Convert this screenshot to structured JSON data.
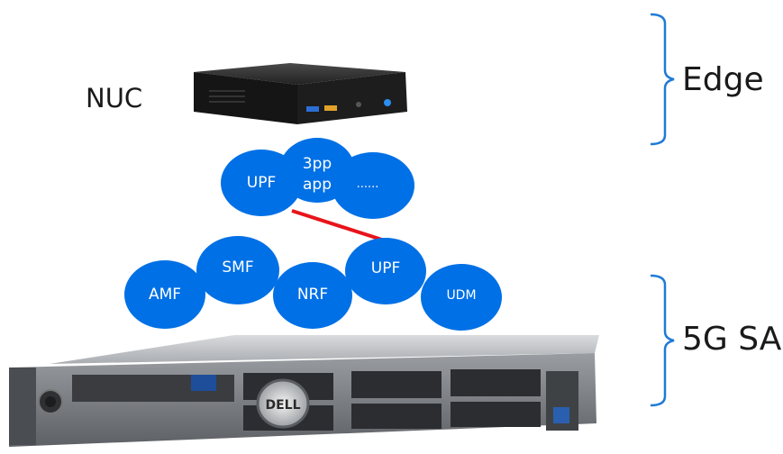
{
  "devices": {
    "nuc_label": "NUC"
  },
  "brackets": {
    "edge_label": "Edge",
    "sa_label": "5G SA"
  },
  "edge_functions": {
    "upf": "UPF",
    "app_line1": "3pp",
    "app_line2": "app",
    "more": "......"
  },
  "core_functions": {
    "amf": "AMF",
    "smf": "SMF",
    "nrf": "NRF",
    "upf": "UPF",
    "udm": "UDM"
  },
  "server": {
    "brand": "DELL"
  },
  "colors": {
    "node_fill": "#0070e6",
    "bracket": "#1f7ad6",
    "link": "#e8141b",
    "nuc_body": "#222222",
    "server_body": "#8a8d91"
  }
}
